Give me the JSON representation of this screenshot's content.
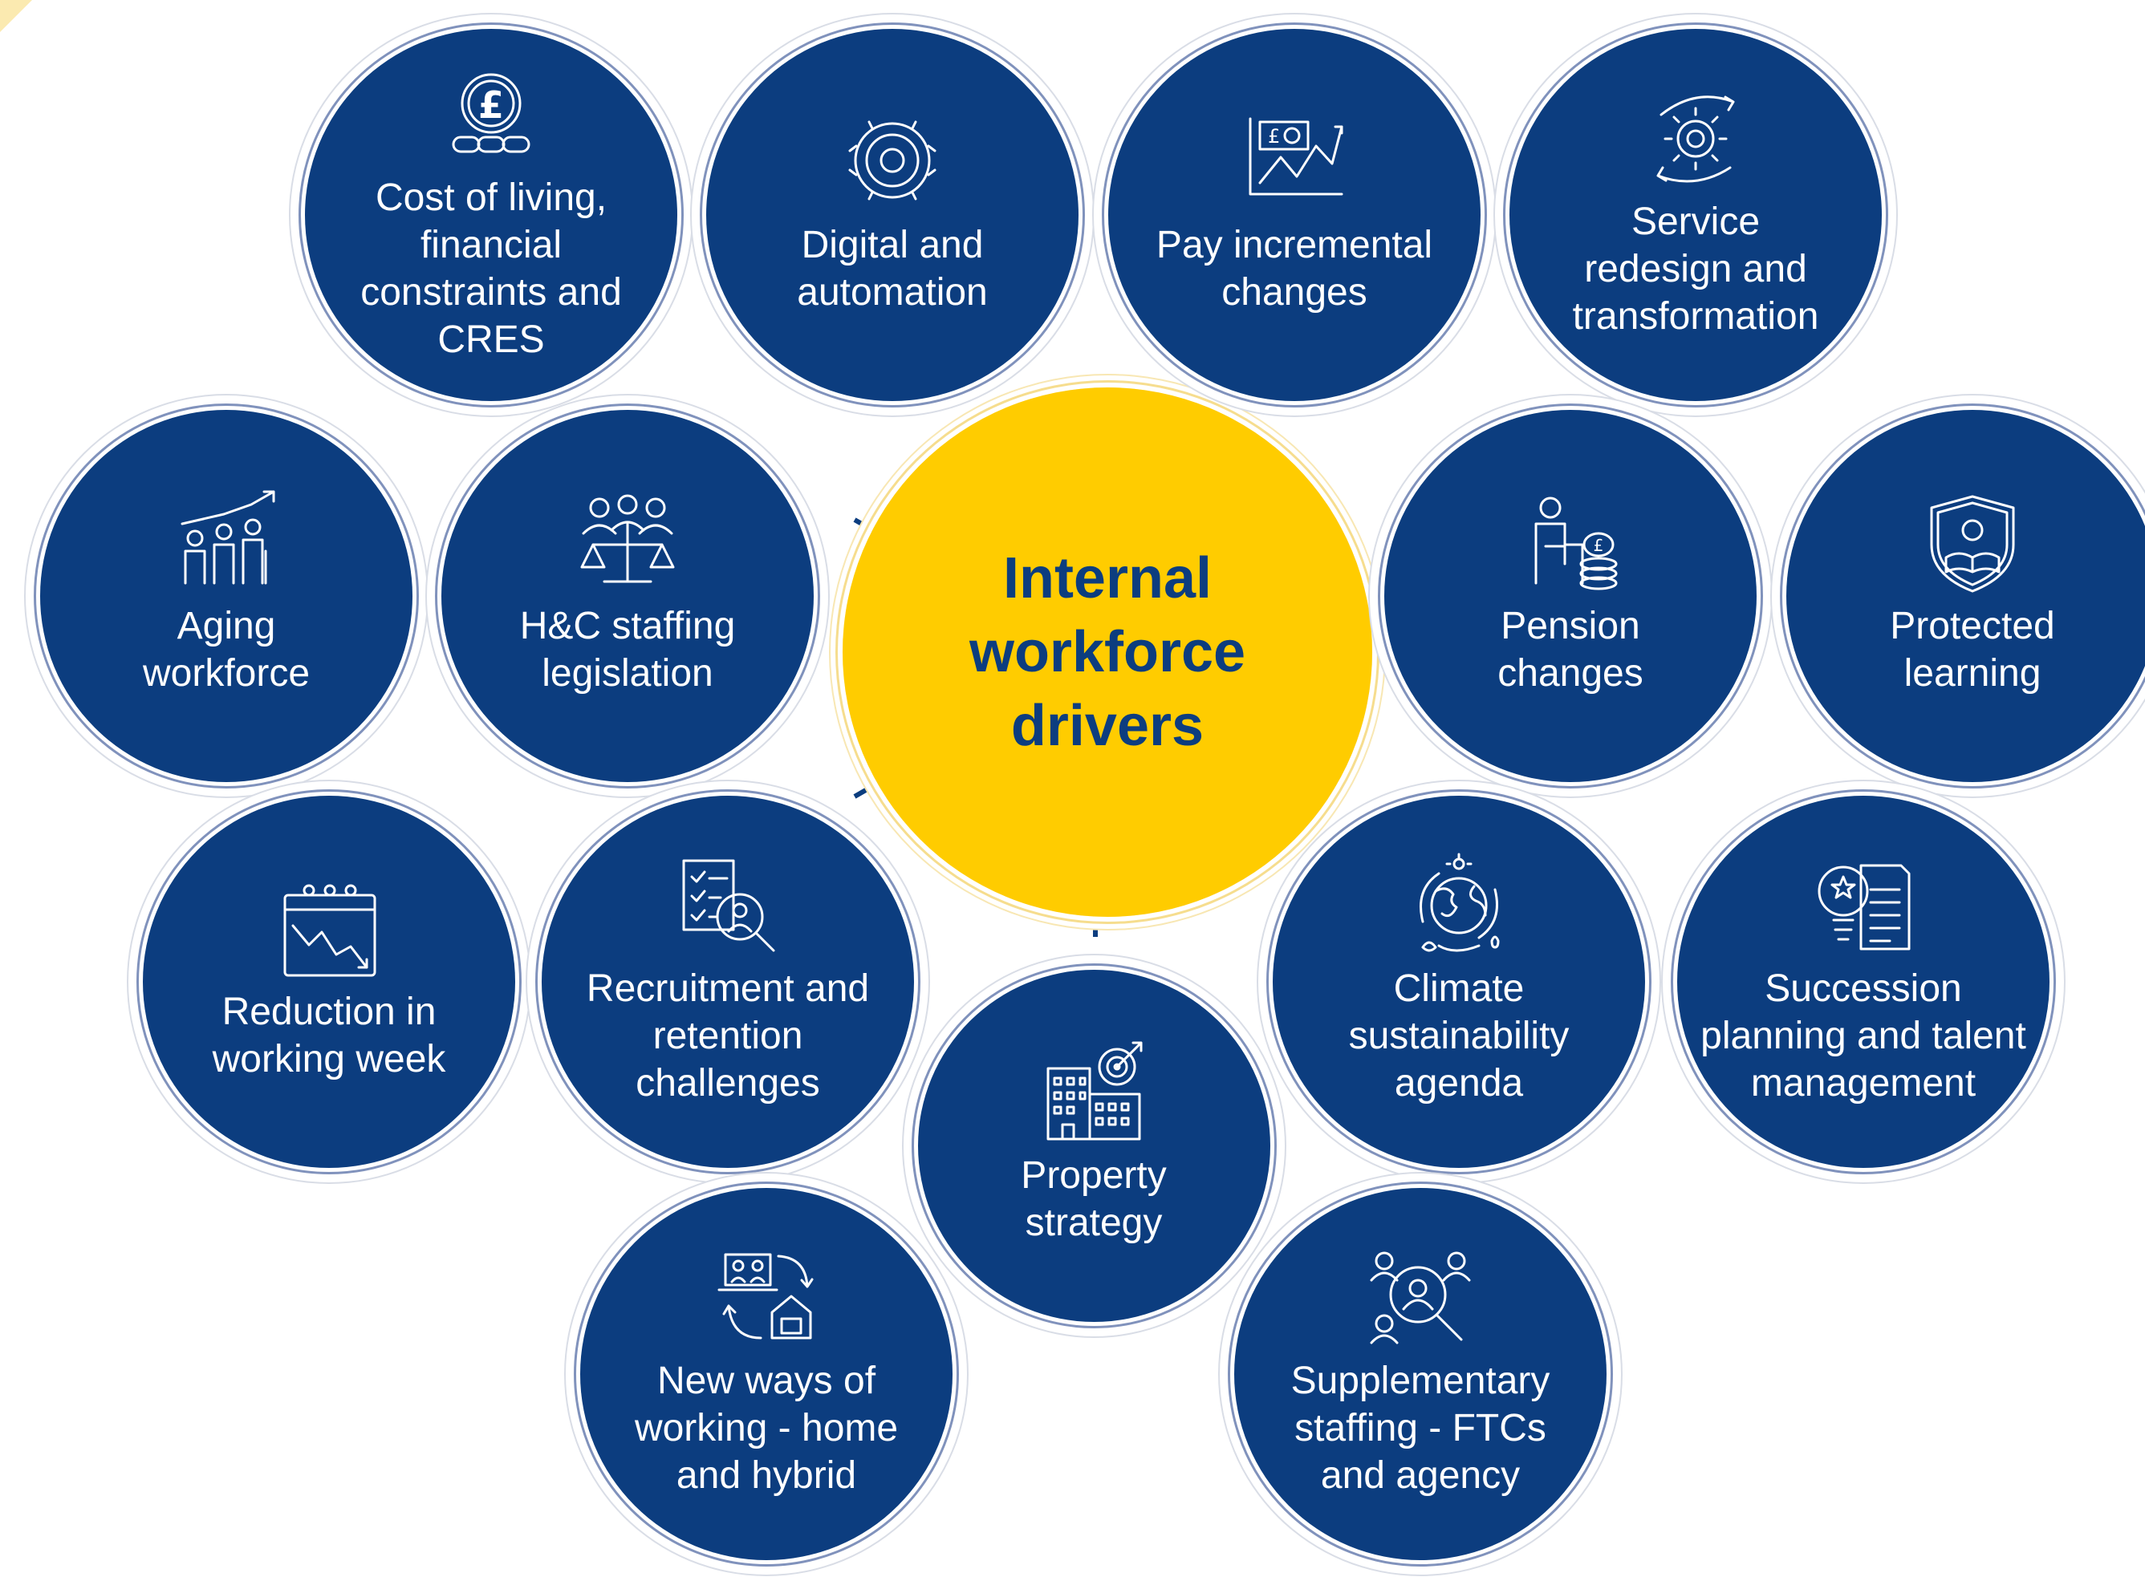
{
  "colors": {
    "circle_fill": "#0c3d7f",
    "hub_fill": "#ffcc00",
    "hub_text": "#0c3d7f",
    "ring": "#8092bc",
    "label_text": "#ffffff"
  },
  "hub": {
    "title": "Internal\nworkforce\ndrivers"
  },
  "drivers": [
    {
      "label": "Cost of living,\nfinancial\nconstraints and\nCRES",
      "icon": "pound-chain-icon"
    },
    {
      "label": "Digital and\nautomation",
      "icon": "digital-gear-icon"
    },
    {
      "label": "Pay incremental\nchanges",
      "icon": "pay-chart-icon"
    },
    {
      "label": "Service\nredesign and\ntransformation",
      "icon": "gear-cycle-icon"
    },
    {
      "label": "Aging\nworkforce",
      "icon": "aging-people-icon"
    },
    {
      "label": "H&C staffing\nlegislation",
      "icon": "scales-people-icon"
    },
    {
      "label": "Pension\nchanges",
      "icon": "pension-coins-icon"
    },
    {
      "label": "Protected\nlearning",
      "icon": "shield-book-icon"
    },
    {
      "label": "Reduction in\nworking week",
      "icon": "calendar-decline-icon"
    },
    {
      "label": "Recruitment and\nretention\nchallenges",
      "icon": "checklist-search-icon"
    },
    {
      "label": "Property\nstrategy",
      "icon": "building-target-icon"
    },
    {
      "label": "Climate\nsustainability\nagenda",
      "icon": "globe-climate-icon"
    },
    {
      "label": "Succession\nplanning and talent\nmanagement",
      "icon": "idea-document-icon"
    },
    {
      "label": "New ways of\nworking - home\nand hybrid",
      "icon": "home-hybrid-icon"
    },
    {
      "label": "Supplementary\nstaffing - FTCs\nand agency",
      "icon": "people-search-icon"
    }
  ]
}
